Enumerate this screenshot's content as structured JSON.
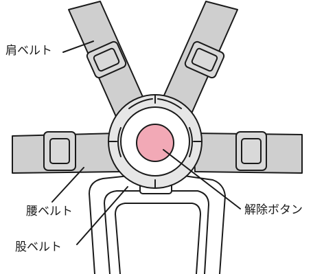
{
  "labels": {
    "shoulder_belt": "肩ベルト",
    "waist_belt": "腰ベルト",
    "crotch_belt": "股ベルト",
    "release_button": "解除ボタン"
  },
  "colors": {
    "strap_fill": "#cfcfcf",
    "outline": "#1a1a1a",
    "buckle_ring": "#e6e6e6",
    "release_button_fill": "#f2a9b6",
    "background": "#ffffff"
  }
}
